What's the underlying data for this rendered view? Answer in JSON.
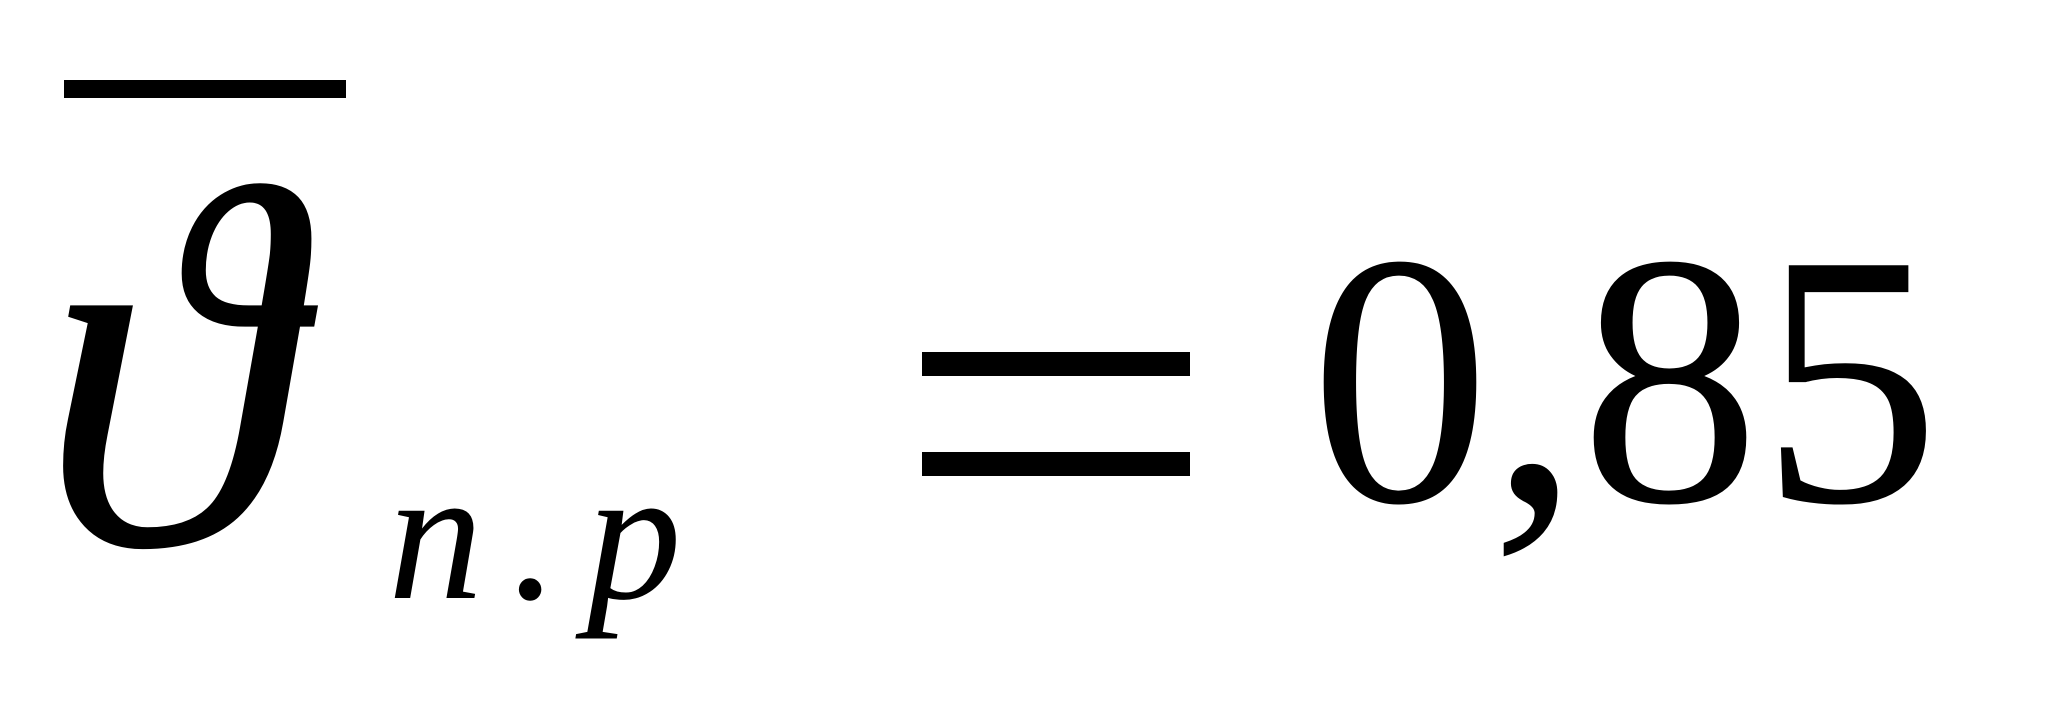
{
  "formula": {
    "symbol": "ϑ",
    "overline": true,
    "subscript": "n.p",
    "operator": "=",
    "value": "0,85"
  }
}
